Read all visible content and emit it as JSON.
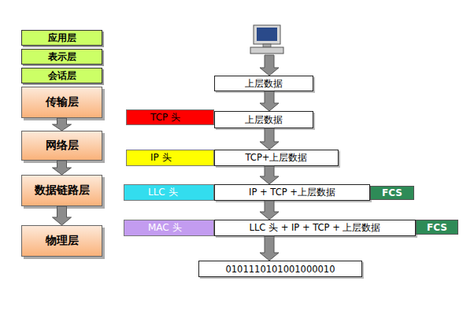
{
  "diagram": {
    "nodes": [
      {
        "text": [
          "应用层"
        ]
      },
      {
        "text": [
          "表示层"
        ]
      },
      {
        "text": [
          "会话层"
        ]
      },
      {
        "text": [
          "传输层"
        ]
      },
      {
        "text": [
          "网络层"
        ]
      },
      {
        "text": [
          "数据链路层"
        ]
      },
      {
        "text": [
          "物理层"
        ]
      },
      {
        "text": [
          "上层数据"
        ]
      },
      {
        "text": [
          "TCP 头"
        ]
      },
      {
        "text": [
          "上层数据"
        ]
      },
      {
        "text": [
          "IP 头"
        ]
      },
      {
        "text": [
          "TCP+上层数据"
        ]
      },
      {
        "text": [
          "LLC 头"
        ]
      },
      {
        "text": [
          "IP + TCP +上层数据"
        ]
      },
      {
        "text": [
          "FCS"
        ]
      },
      {
        "text": [
          "MAC 头"
        ]
      },
      {
        "text": [
          "LLC 头 + IP + TCP + 上层数据"
        ]
      },
      {
        "text": [
          "FCS"
        ]
      },
      {
        "text": [
          "0101110101001000010"
        ]
      }
    ],
    "edges": [
      {
        "from": 3,
        "to": 4,
        "arrow": "to"
      },
      {
        "from": 4,
        "to": 5,
        "arrow": "to"
      },
      {
        "from": 5,
        "to": 6,
        "arrow": "to"
      },
      {
        "from": 7,
        "to": 9,
        "arrow": "to"
      },
      {
        "from": 9,
        "to": 11,
        "arrow": "to"
      },
      {
        "from": 11,
        "to": 13,
        "arrow": "to"
      },
      {
        "from": 13,
        "to": 16,
        "arrow": "to"
      },
      {
        "from": 16,
        "to": 18,
        "arrow": "to"
      }
    ]
  }
}
